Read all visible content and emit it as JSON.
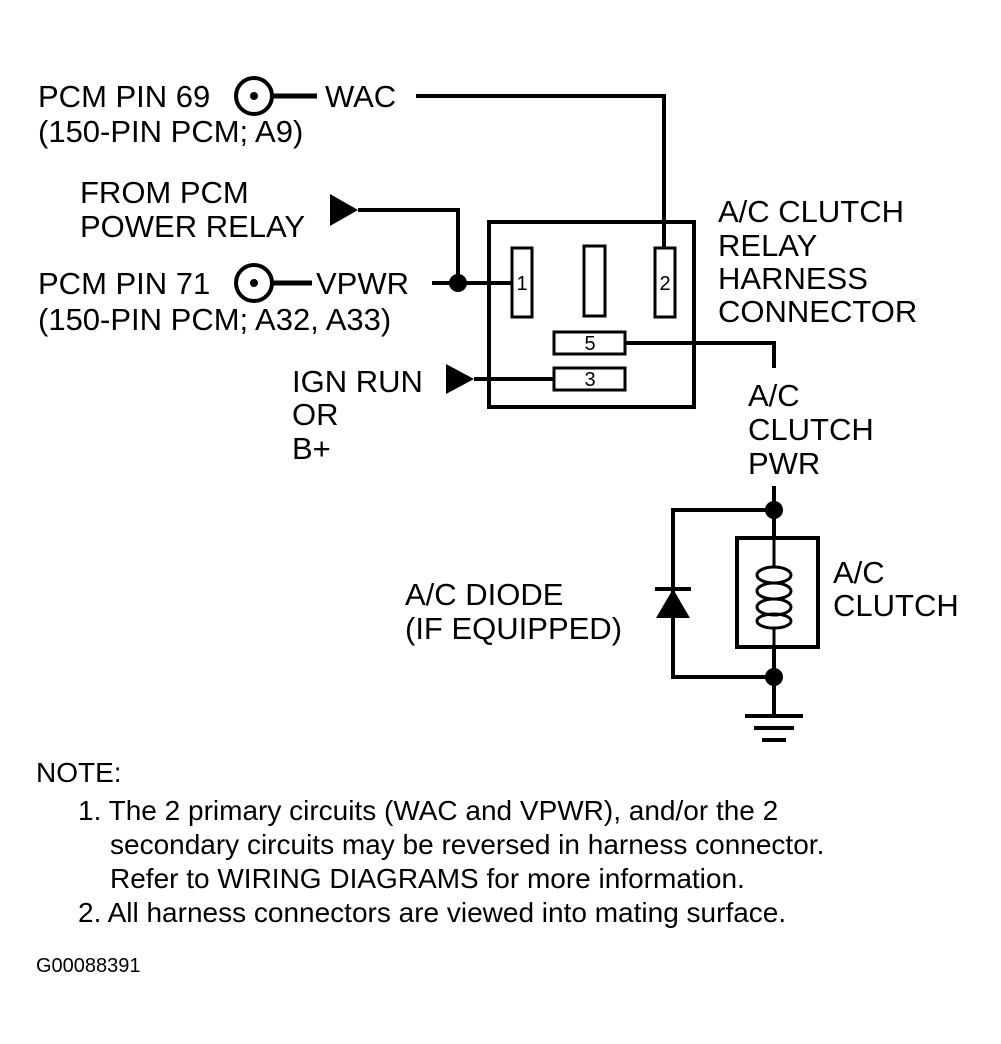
{
  "diagram": {
    "labels": {
      "pcm_pin_69": "PCM PIN 69",
      "pcm_pin_69_sub": "(150-PIN PCM; A9)",
      "wac": "WAC",
      "from_pcm_line1": "FROM PCM",
      "from_pcm_line2": "POWER RELAY",
      "pcm_pin_71": "PCM PIN 71",
      "pcm_pin_71_sub": "(150-PIN PCM; A32, A33)",
      "vpwr": "VPWR",
      "ign_run_line1": "IGN RUN",
      "ign_run_line2": "OR",
      "ign_run_line3": "B+",
      "connector_line1": "A/C CLUTCH",
      "connector_line2": "RELAY",
      "connector_line3": "HARNESS",
      "connector_line4": "CONNECTOR",
      "clutch_pwr_line1": "A/C",
      "clutch_pwr_line2": "CLUTCH",
      "clutch_pwr_line3": "PWR",
      "diode_line1": "A/C DIODE",
      "diode_line2": "(IF EQUIPPED)",
      "clutch_line1": "A/C",
      "clutch_line2": "CLUTCH"
    },
    "pins": {
      "pin1": "1",
      "pin2": "2",
      "pin3": "3",
      "pin5": "5"
    }
  },
  "notes": {
    "heading": "NOTE:",
    "note1_line1": "1. The 2 primary circuits (WAC and VPWR), and/or the 2",
    "note1_line2": "secondary circuits may be reversed in harness connector.",
    "note1_line3": "Refer to WIRING DIAGRAMS for more information.",
    "note2": "2. All harness connectors are viewed into mating surface."
  },
  "figure_code": "G00088391"
}
